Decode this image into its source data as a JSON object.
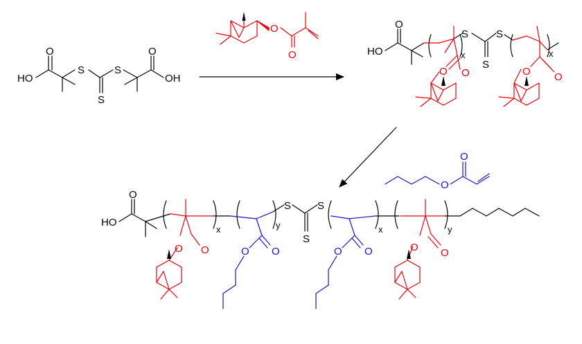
{
  "colors": {
    "backbone": "#000000",
    "monomer_1": "#e8000b",
    "monomer_2": "#1414c8"
  },
  "labels": {
    "ho": "HO",
    "oh": "OH",
    "o": "O",
    "s": "S",
    "x": "x",
    "y": "y"
  }
}
